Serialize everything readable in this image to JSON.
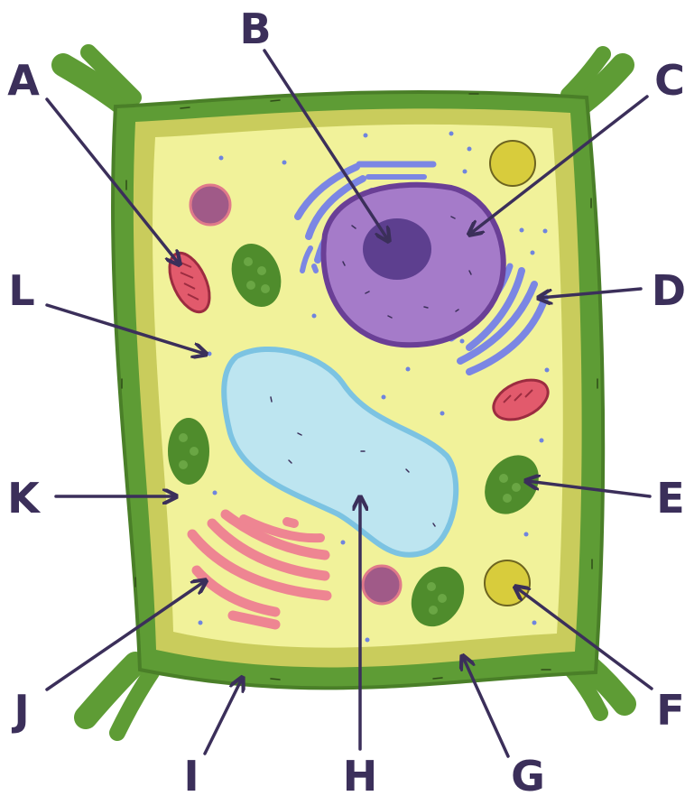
{
  "colors": {
    "label": "#3b2f5a",
    "cell_wall": "#5e9c35",
    "cell_wall_edge": "#4a7f28",
    "membrane": "#c9cc5c",
    "cytoplasm": "#f1f29a",
    "nucleus": "#a57bc9",
    "nucleus_edge": "#6a3f96",
    "nucleolus": "#5d3f8f",
    "er": "#7b86e4",
    "vacuole": "#bde5f0",
    "vacuole_edge": "#7cc3e2",
    "chloroplast": "#4f8c2c",
    "mitochondrion": "#e25a6c",
    "golgi": "#ee8592",
    "peroxisome": "#d8cc3c",
    "vesicle": "#a05a88",
    "dots": "#6f84de"
  },
  "labels": [
    {
      "key": "A",
      "text": "A"
    },
    {
      "key": "B",
      "text": "B"
    },
    {
      "key": "C",
      "text": "C"
    },
    {
      "key": "D",
      "text": "D"
    },
    {
      "key": "E",
      "text": "E"
    },
    {
      "key": "F",
      "text": "F"
    },
    {
      "key": "G",
      "text": "G"
    },
    {
      "key": "H",
      "text": "H"
    },
    {
      "key": "I",
      "text": "I"
    },
    {
      "key": "J",
      "text": "J"
    },
    {
      "key": "K",
      "text": "K"
    },
    {
      "key": "L",
      "text": "L"
    }
  ]
}
